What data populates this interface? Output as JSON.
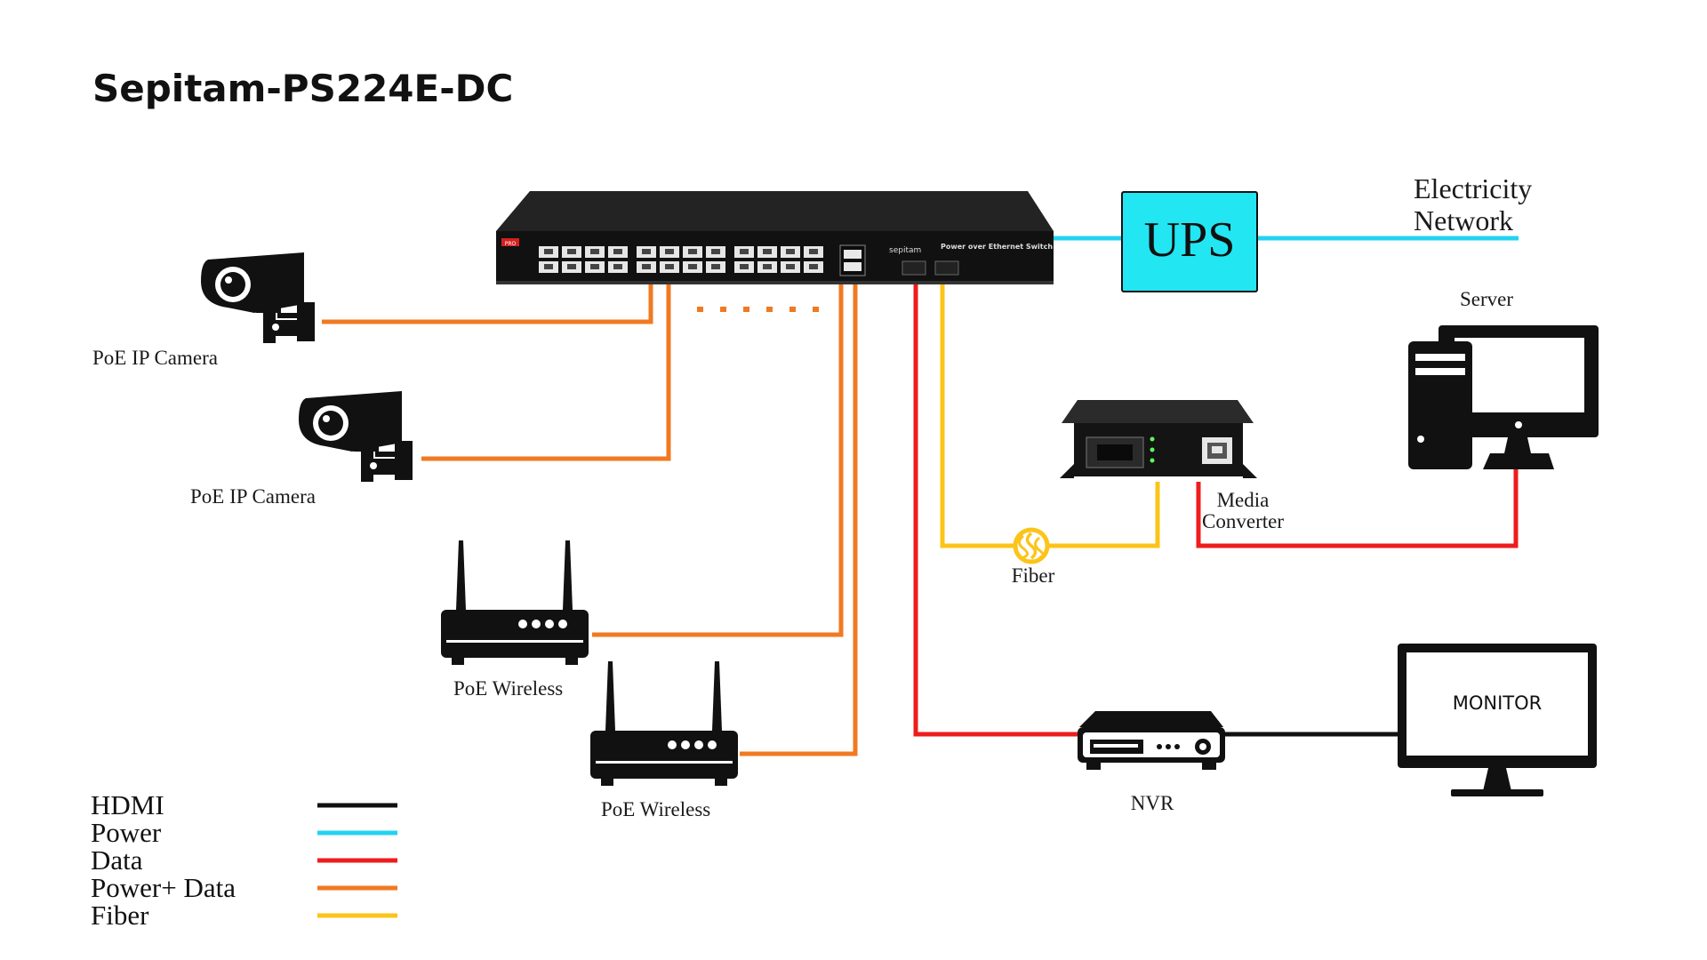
{
  "title": "Sepitam-PS224E-DC",
  "colors": {
    "hdmi": "#111111",
    "power": "#22d3f0",
    "data": "#ee1c1c",
    "power_data": "#f07a22",
    "fiber": "#fcc419",
    "ups_fill": "#22e6f2"
  },
  "switch": {
    "brand": "sepitam",
    "subtitle": "Power over Ethernet Switch",
    "badge": "PRO"
  },
  "ups": {
    "label": "UPS"
  },
  "labels": {
    "electricity_network_line1": "Electricity",
    "electricity_network_line2": "Network",
    "camera1": "PoE IP Camera",
    "camera2": "PoE IP Camera",
    "wireless1": "PoE Wireless",
    "wireless2": "PoE Wireless",
    "server": "Server",
    "media_converter_line1": "Media",
    "media_converter_line2": "Converter",
    "fiber": "Fiber",
    "nvr": "NVR",
    "monitor": "MONITOR"
  },
  "legend": [
    {
      "label": "HDMI",
      "color": "#111111"
    },
    {
      "label": "Power",
      "color": "#22d3f0"
    },
    {
      "label": "Data",
      "color": "#ee1c1c"
    },
    {
      "label": "Power+ Data",
      "color": "#f07a22"
    },
    {
      "label": "Fiber",
      "color": "#fcc419"
    }
  ]
}
